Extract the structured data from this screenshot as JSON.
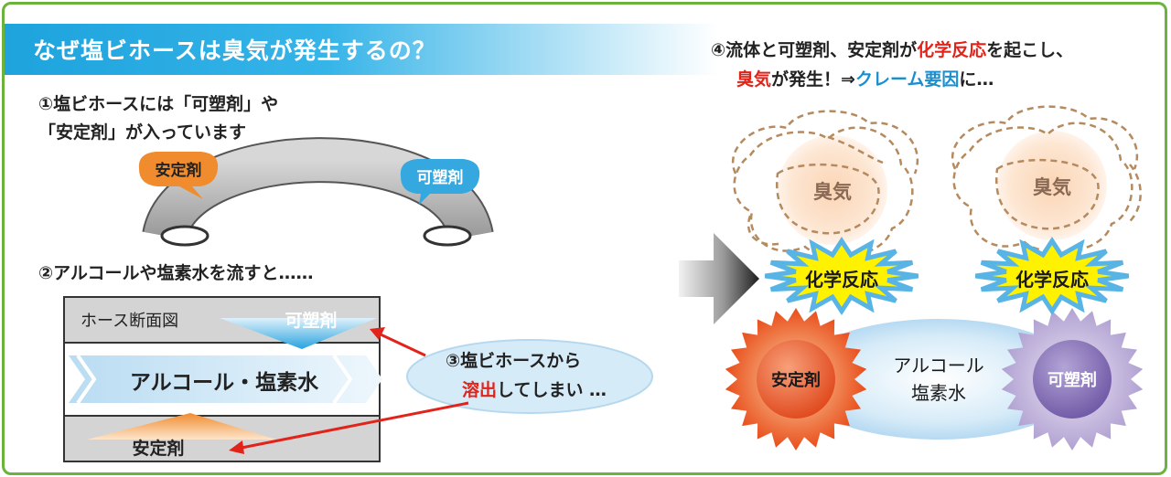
{
  "title": "なぜ塩ビホースは臭気が発生するの？",
  "step1": {
    "line1": "①塩ビホースには「可塑剤」や",
    "line2": "「安定剤」が入っています"
  },
  "hose": {
    "stabilizer": "安定剤",
    "plasticizer": "可塑剤"
  },
  "step2": {
    "text": "②アルコールや塩素水を流すと……"
  },
  "cross_section": {
    "label": "ホース断面図",
    "plasticizer": "可塑剤",
    "fluid": "アルコール・塩素水",
    "stabilizer": "安定剤"
  },
  "step3": {
    "line1": "③塩ビホースから",
    "line2_red": "溶出",
    "line2_rest": "してしまい …"
  },
  "step4": {
    "l1_a": "④流体と可塑剤、安定剤が",
    "l1_red": "化学反応",
    "l1_b": "を起こし、",
    "l2_red": "臭気",
    "l2_a": "が発生！⇒",
    "l2_blue": "クレーム要因",
    "l2_b": "に…"
  },
  "reaction": {
    "odor_left": "臭気",
    "odor_right": "臭気",
    "burst_left": "化学反応",
    "burst_right": "化学反応",
    "stabilizer": "安定剤",
    "fluid_line1": "アルコール",
    "fluid_line2": "塩素水",
    "plasticizer": "可塑剤"
  },
  "colors": {
    "frame": "#6cb33e",
    "banner": "#1ea3dd",
    "orange": "#f08c2e",
    "blue": "#36a8e0",
    "red": "#e2231a",
    "burst_yellow": "#fff200",
    "stabilizer_red": "#e84e1b",
    "plasticizer_purple": "#8a74b8"
  }
}
